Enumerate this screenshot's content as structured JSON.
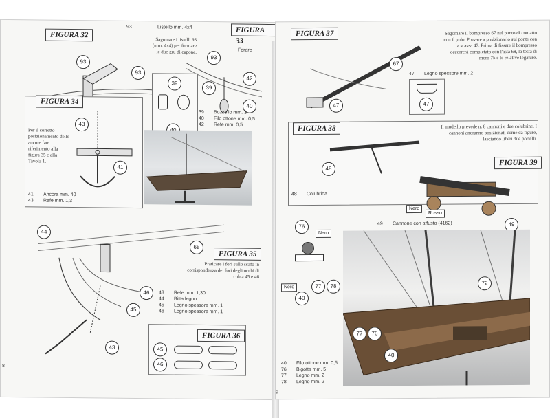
{
  "left_page": {
    "fig32": {
      "label": "FIGURA 32",
      "header_number": "93",
      "header_text": "Listello mm. 4x4",
      "instructions": "Sagomare i listelli 93 (mm. 4x4) per formare le due gru di capone.",
      "callouts": [
        "93",
        "93"
      ]
    },
    "fig33": {
      "label": "FIGURA 33",
      "note": "Forare",
      "callouts": [
        "93",
        "42",
        "39",
        "40"
      ],
      "inset_callouts": [
        "39",
        "40"
      ]
    },
    "parts_39_42": [
      {
        "num": "39",
        "name": "Bozzello mm. 3"
      },
      {
        "num": "40",
        "name": "Filo ottone mm. 0,5"
      },
      {
        "num": "42",
        "name": "Refe mm. 0,5"
      }
    ],
    "fig34": {
      "label": "FIGURA 34",
      "instructions": "Per il corretto posizionamento delle ancore fare riferimento alla figura 35 e alla Tavola 1.",
      "callouts": [
        "43",
        "41"
      ]
    },
    "parts_41_43": [
      {
        "num": "41",
        "name": "Ancora mm. 40"
      },
      {
        "num": "43",
        "name": "Refe mm. 1,3"
      }
    ],
    "fig35": {
      "label": "FIGURA 35",
      "instructions": "Praticare i fori sullo scafo in corrispondenza dei fori degli occhi di cubia 45 e 46",
      "callouts": [
        "44",
        "68",
        "46",
        "45",
        "43"
      ]
    },
    "parts_43_46": [
      {
        "num": "43",
        "name": "Refe mm. 1,30"
      },
      {
        "num": "44",
        "name": "Bitta legno"
      },
      {
        "num": "45",
        "name": "Legno spessore mm. 1"
      },
      {
        "num": "46",
        "name": "Legno spessore mm. 1"
      }
    ],
    "fig36": {
      "label": "FIGURA 36",
      "callouts": [
        "45",
        "46"
      ]
    },
    "page_number": "8"
  },
  "right_page": {
    "fig37": {
      "label": "FIGURA 37",
      "instructions": "Sagomare il bompresso 67 nel punto di contatto con il pulo. Provare a posizionarlo sul ponte con la scassa 47. Prima di fissare il bompresso occorrerà completato con l'asta 68, la testa di moro 75 e le relative legature.",
      "callouts": [
        "67",
        "47"
      ],
      "inset_callout": "47",
      "part": {
        "num": "47",
        "name": "Legno spessore mm. 2"
      }
    },
    "fig38": {
      "label": "FIGURA 38",
      "callouts": [
        "48"
      ],
      "part": {
        "num": "48",
        "name": "Colubrina"
      }
    },
    "fig39": {
      "label": "FIGURA 39",
      "instructions": "Il modello prevede n. 8 cannoni e due colubrine. I cannoni andranno posizionati come da figure, lasciando liberi due portelli.",
      "callouts": [
        "49"
      ],
      "tags": [
        "Nero",
        "Rosso"
      ],
      "part": {
        "num": "49",
        "name": "Cannone con affusto (4162)"
      }
    },
    "bottom": {
      "callouts": [
        "76",
        "40",
        "77",
        "78",
        "72",
        "77",
        "78",
        "40"
      ],
      "tags": [
        "Nero",
        "Nero"
      ]
    },
    "parts_40_78": [
      {
        "num": "40",
        "name": "Filo ottone mm. 0,5"
      },
      {
        "num": "76",
        "name": "Bigotta mm. 5"
      },
      {
        "num": "77",
        "name": "Legno mm. 2"
      },
      {
        "num": "78",
        "name": "Legno mm. 2"
      }
    ],
    "page_number": "9"
  }
}
